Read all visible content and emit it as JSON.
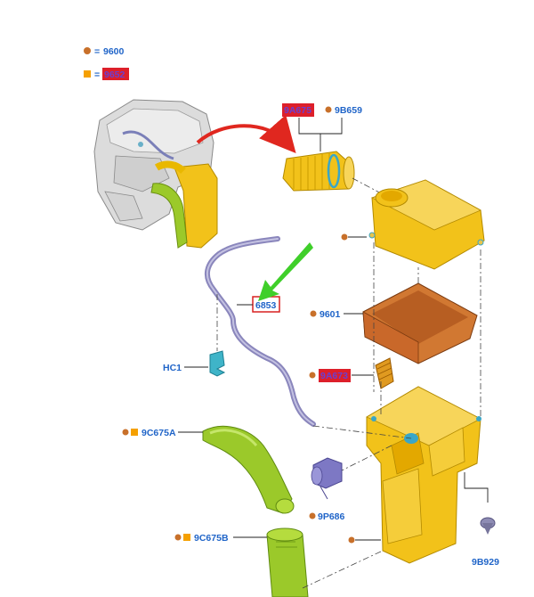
{
  "legend": {
    "circle_code": "9600",
    "square_code": "9652",
    "equals": "=",
    "circle_color": "#c8702a",
    "square_color": "#f5a000"
  },
  "callouts": {
    "top_hose_highlight": "9A675",
    "clamp": "9B659",
    "hose_tube": "6853",
    "filter_element": "9601",
    "sensor_highlight": "9A673",
    "hc1": "HC1",
    "outlet_duct": "9C675A",
    "inlet_duct": "9C675B",
    "sensor_plug": "9P686",
    "grommet": "9B929"
  },
  "colors": {
    "highlight_fill": "#dd1f2a",
    "highlight_text": "#6a3fd0",
    "box_border": "#d92020",
    "label_blue": "#1f64c8",
    "housing_yellow": "#f2c21a",
    "filter_orange": "#c9682a",
    "duct_green": "#9bc92a",
    "hose_purple": "#9a96c6",
    "arrow_red": "#e0271f",
    "arrow_green": "#3fcf2a"
  }
}
